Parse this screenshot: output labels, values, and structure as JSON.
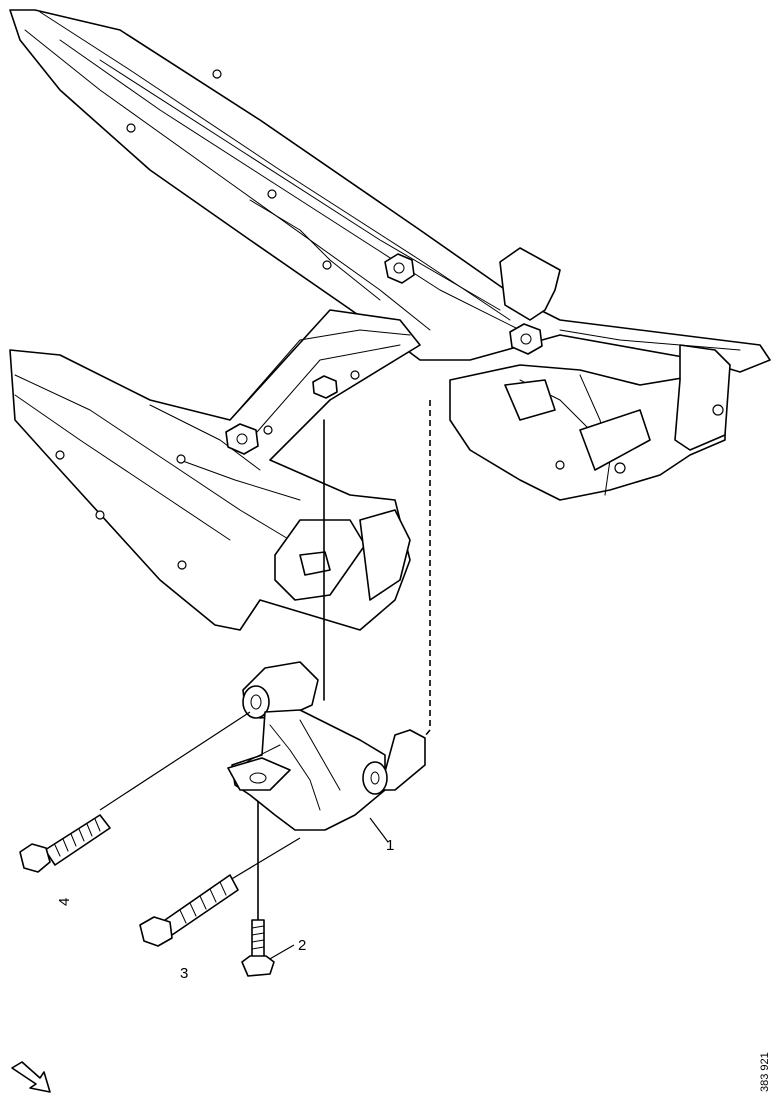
{
  "callouts": {
    "part_1": "1",
    "part_2": "2",
    "part_3": "3",
    "part_4": "4"
  },
  "reference_code": "383 921",
  "icons": {
    "direction": "direction-arrow-icon"
  }
}
